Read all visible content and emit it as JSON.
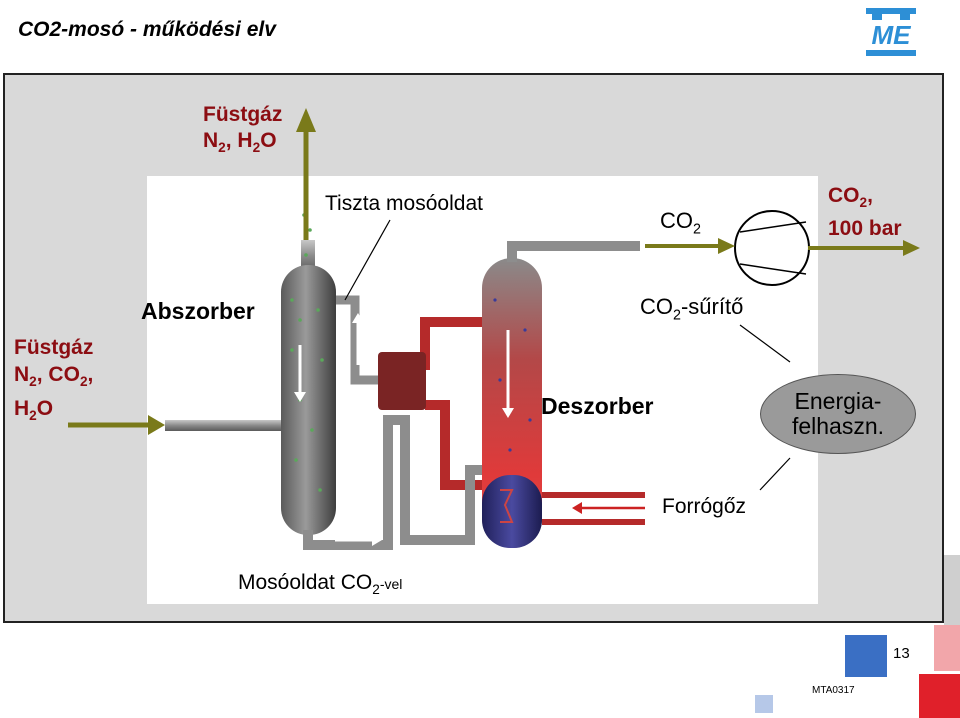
{
  "title": "CO2-mosó - működési elv",
  "labels": {
    "flue_gas_out_line1": "Füstgáz",
    "flue_gas_out_line2": "N",
    "flue_gas_out_line2_sub1": "2",
    "flue_gas_out_line2_mid": ", H",
    "flue_gas_out_line2_sub2": "2",
    "flue_gas_out_line2_end": "O",
    "clean_wash": "Tiszta mosóoldat",
    "co2": "CO",
    "co2_sub": "2",
    "co2_100_line1": "CO",
    "co2_100_sub": "2",
    "co2_100_comma": ",",
    "co2_100_line2": "100 bar",
    "flue_gas_in_line1": "Füstgáz",
    "flue_gas_in_line2a": "N",
    "flue_gas_in_sub1": "2",
    "flue_gas_in_line2b": ", CO",
    "flue_gas_in_sub2": "2",
    "flue_gas_in_line2c": ",",
    "flue_gas_in_line3a": "H",
    "flue_gas_in_sub3": "2",
    "flue_gas_in_line3b": "O",
    "absorber": "Abszorber",
    "compressor_a": "CO",
    "compressor_sub": "2",
    "compressor_b": "-sűrítő",
    "desorber": "Deszorber",
    "energy_line1": "Energia-",
    "energy_line2": "felhaszn.",
    "steam": "Forrógőz",
    "wash_co2_a": "Mosóoldat CO",
    "wash_co2_sub": "2",
    "wash_co2_b": "-vel"
  },
  "page_number": "13",
  "doc_code": "MTA0317",
  "logo_text": "ME",
  "colors": {
    "arrow_olive": "#7a7a1a",
    "label_brown": "#8c0d12",
    "pipe_red": "#b52a2a",
    "square_blue": "#3a6fc4",
    "square_light_blue": "#b6c8e8",
    "square_red": "#e0202a",
    "square_pink": "#f2a6aa"
  }
}
